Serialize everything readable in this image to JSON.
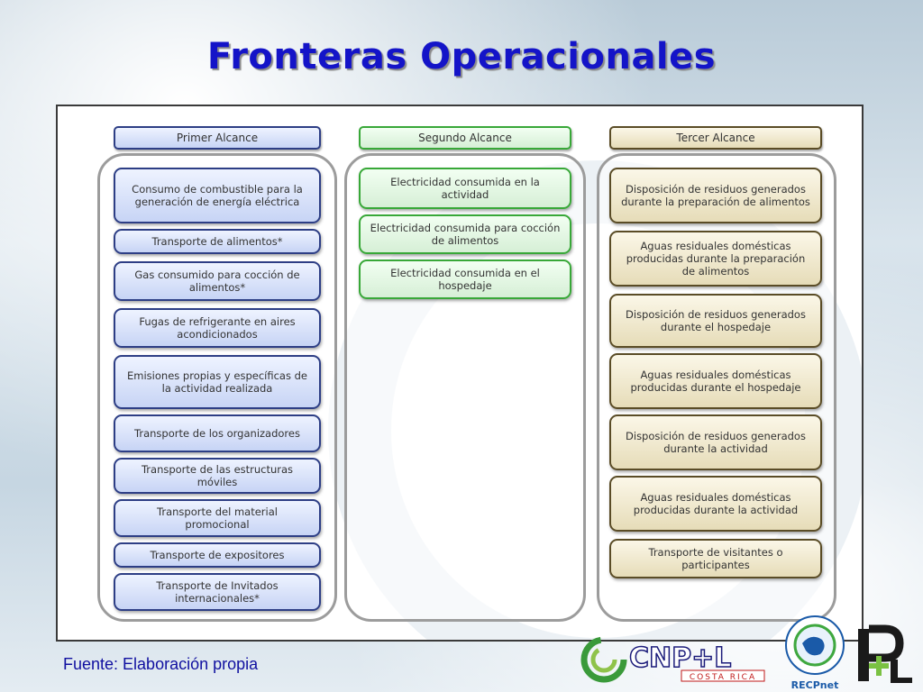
{
  "slide": {
    "title": "Fronteras Operacionales",
    "source": "Fuente: Elaboración propia"
  },
  "columns": [
    {
      "header": "Primer Alcance",
      "items": [
        "Consumo de combustible para la generación de energía eléctrica",
        "Transporte de alimentos*",
        "Gas consumido para cocción de alimentos*",
        "Fugas de refrigerante en aires acondicionados",
        "Emisiones propias y específicas de la actividad realizada",
        "Transporte de los organizadores",
        "Transporte de las estructuras móviles",
        "Transporte del material promocional",
        "Transporte de expositores",
        "Transporte de Invitados internacionales*"
      ]
    },
    {
      "header": "Segundo Alcance",
      "items": [
        "Electricidad consumida en la actividad",
        "Electricidad consumida para cocción de alimentos",
        "Electricidad consumida en el hospedaje"
      ]
    },
    {
      "header": "Tercer Alcance",
      "items": [
        "Disposición de residuos generados durante la preparación de alimentos",
        "Aguas residuales domésticas producidas durante la preparación de alimentos",
        "Disposición de residuos generados durante el hospedaje",
        "Aguas residuales domésticas producidas durante el hospedaje",
        "Disposición de residuos generados durante la actividad",
        "Aguas residuales domésticas producidas durante la actividad",
        "Transporte de visitantes o participantes"
      ]
    }
  ],
  "logos": {
    "cnpl_text": "CNP+L",
    "cnpl_sub": "COSTA RICA",
    "recp_text": "RECPnet"
  },
  "colors": {
    "title": "#1414c8",
    "primer_border": "#2d3e85",
    "segundo_border": "#38a838",
    "tercer_border": "#5a4c26"
  }
}
